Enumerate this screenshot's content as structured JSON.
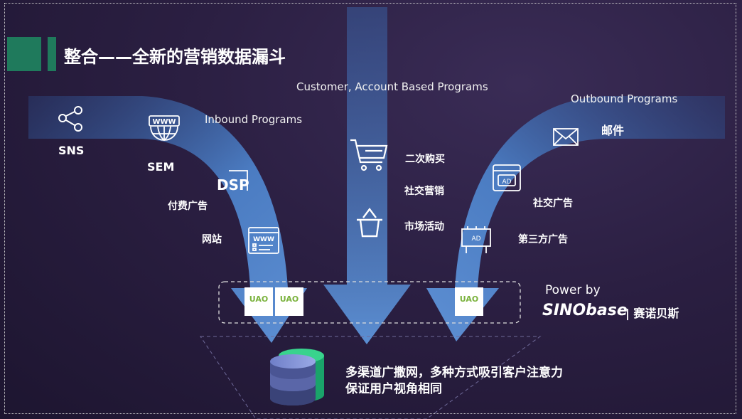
{
  "title": "整合——全新的营销数据漏斗",
  "center_stream": {
    "label": "Customer, Account Based Programs",
    "items": [
      "二次购买",
      "社交营销",
      "市场活动"
    ]
  },
  "inbound": {
    "label": "Inbound Programs",
    "items": [
      "SNS",
      "SEM",
      "付费广告",
      "网站"
    ],
    "dsp_text": "DSP"
  },
  "outbound": {
    "label": "Outbound Programs",
    "items": [
      "邮件",
      "社交广告",
      "第三方广告"
    ]
  },
  "logos": [
    "UAO",
    "UAO",
    "UAO"
  ],
  "power": {
    "label": "Power by",
    "brand": "SINObase",
    "brand_cn": "| 赛诺贝斯"
  },
  "summary": [
    "多渠道广撒网，多种方式吸引客户注意力",
    "保证用户视角相同"
  ],
  "icons": [
    "share-icon",
    "www-globe-icon",
    "dsp-icon",
    "website-icon",
    "cart-icon",
    "basket-icon",
    "email-icon",
    "ad-screen-icon",
    "billboard-icon",
    "database-icon"
  ],
  "colors": {
    "accent_green": "#1f7a5c",
    "arrow_blue": "#4d7fc4",
    "background": "#2b1f42",
    "logo_green": "#7ab23c"
  }
}
